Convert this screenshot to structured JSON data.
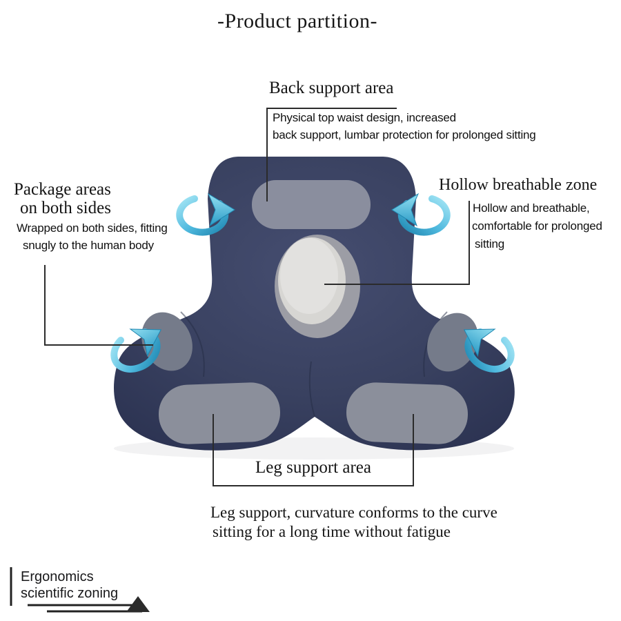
{
  "title": "-Product partition-",
  "sections": {
    "back_support": {
      "title": "Back support area",
      "desc_line1": "Physical top waist design, increased",
      "desc_line2": "back support, lumbar protection for prolonged sitting"
    },
    "package": {
      "title_line1": "Package areas",
      "title_line2": "on both sides",
      "desc_line1": "Wrapped on both sides, fitting",
      "desc_line2": "snugly to the human body"
    },
    "hollow": {
      "title": "Hollow breathable zone",
      "desc_line1": "Hollow and breathable,",
      "desc_line2": "comfortable for prolonged",
      "desc_line3": "sitting"
    },
    "leg": {
      "title": "Leg support area",
      "desc_line1": "Leg support, curvature conforms to the curve",
      "desc_line2": "sitting for a long time without fatigue"
    }
  },
  "footer": {
    "line1": "Ergonomics",
    "line2": "scientific zoning"
  },
  "colors": {
    "cushion_navy": "#394160",
    "cushion_navy_dark": "#2b324e",
    "zone_gray": "#8a8e9e",
    "side_zone_gray": "#757b8a",
    "hole_ring_gray": "#9c9da5",
    "hole_inner_gray": "#d7d6d3",
    "arrow_cyan": "#4fb9de",
    "arrow_cyan_dark": "#1f86b0",
    "callout_line": "#2b2b2b"
  }
}
